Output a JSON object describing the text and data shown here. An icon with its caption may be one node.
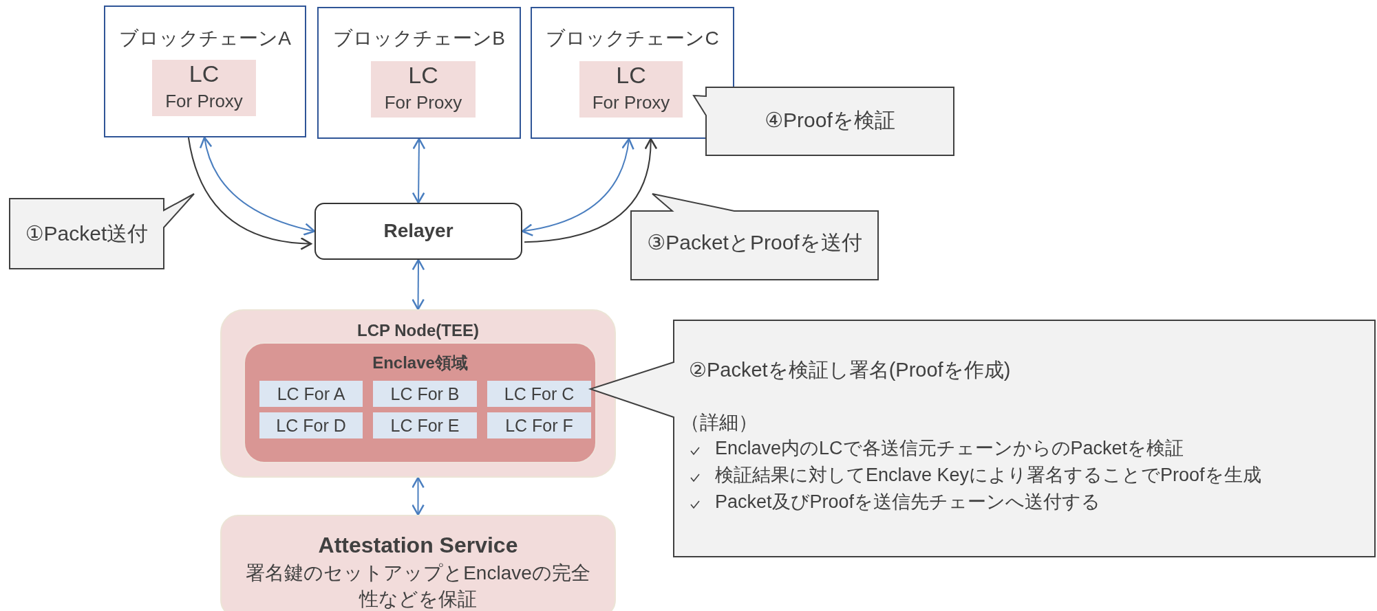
{
  "diagram": {
    "nodes": [
      {
        "text": [
          "ブロックチェーンA"
        ]
      },
      {
        "text": [
          "LC",
          "For Proxy"
        ],
        "in": 0
      },
      {
        "text": [
          "ブロックチェーンB"
        ]
      },
      {
        "text": [
          "LC",
          "For Proxy"
        ],
        "in": 2
      },
      {
        "text": [
          "ブロックチェーンC"
        ]
      },
      {
        "text": [
          "LC",
          "For Proxy"
        ],
        "in": 4
      },
      {
        "text": [
          "④Proofを検証"
        ]
      },
      {
        "text": [
          "①Packet送付"
        ]
      },
      {
        "text": [
          "Relayer"
        ]
      },
      {
        "text": [
          "③PacketとProofを送付"
        ]
      },
      {
        "text": [
          "LCP Node(TEE)"
        ]
      },
      {
        "text": [
          "Enclave領域"
        ],
        "in": 10
      },
      {
        "text": [
          "LC For A"
        ],
        "in": 11
      },
      {
        "text": [
          "LC For B"
        ],
        "in": 11
      },
      {
        "text": [
          "LC For C"
        ],
        "in": 11
      },
      {
        "text": [
          "LC For D"
        ],
        "in": 11
      },
      {
        "text": [
          "LC For E"
        ],
        "in": 11
      },
      {
        "text": [
          "LC For F"
        ],
        "in": 11
      },
      {
        "text": [
          "②Packetを検証し署名(Proofを作成)",
          "（詳細）",
          "Enclave内のLCで各送信元チェーンからのPacketを検証",
          "検証結果に対してEnclave Keyにより署名することでProofを生成",
          "Packet及びProofを送信先チェーンへ送付する"
        ]
      },
      {
        "text": [
          "Attestation Service",
          "署名鍵のセットアップとEnclaveの完全性などを保証"
        ]
      }
    ],
    "edges": [
      {
        "from": 0,
        "to": 8,
        "arrow": "both"
      },
      {
        "from": 0,
        "to": 8,
        "arrow": "to",
        "color": "#3a3a3a"
      },
      {
        "from": 2,
        "to": 8,
        "arrow": "both"
      },
      {
        "from": 4,
        "to": 8,
        "arrow": "both"
      },
      {
        "from": 8,
        "to": 4,
        "arrow": "to",
        "color": "#3a3a3a"
      },
      {
        "from": 8,
        "to": 10,
        "arrow": "both"
      },
      {
        "from": 10,
        "to": 19,
        "arrow": "both"
      }
    ]
  }
}
